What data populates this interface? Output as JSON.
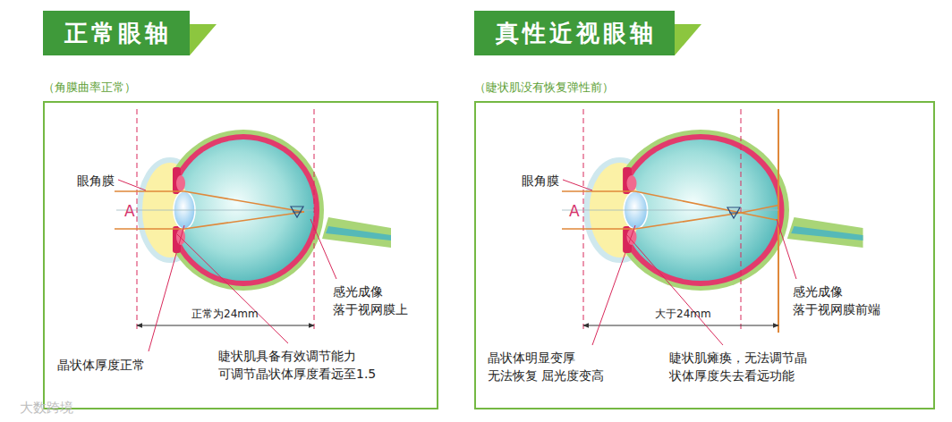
{
  "diagram": {
    "nodes": [
      {
        "text": [
          "正常眼轴"
        ]
      },
      {
        "text": [
          "（角膜曲率正常）"
        ]
      },
      {
        "text": [
          "真性近视眼轴"
        ]
      },
      {
        "text": [
          "（睫状肌没有恢复弹性前）"
        ]
      }
    ],
    "labels": [
      "眼角膜",
      "A",
      "正常为24mm",
      "晶状体厚度正常",
      "睫状肌具备有效调节能力 可调节晶状体厚度看远至1.5",
      "感光成像 落于视网膜上",
      "眼角膜",
      "A",
      "大于24mm",
      "晶状体明显变厚 无法恢复 屈光度变高",
      "睫状肌瘫痪，无法调节晶 状体厚度失去看远功能",
      "感光成像 落于视网膜前端",
      "大数跨境"
    ]
  }
}
